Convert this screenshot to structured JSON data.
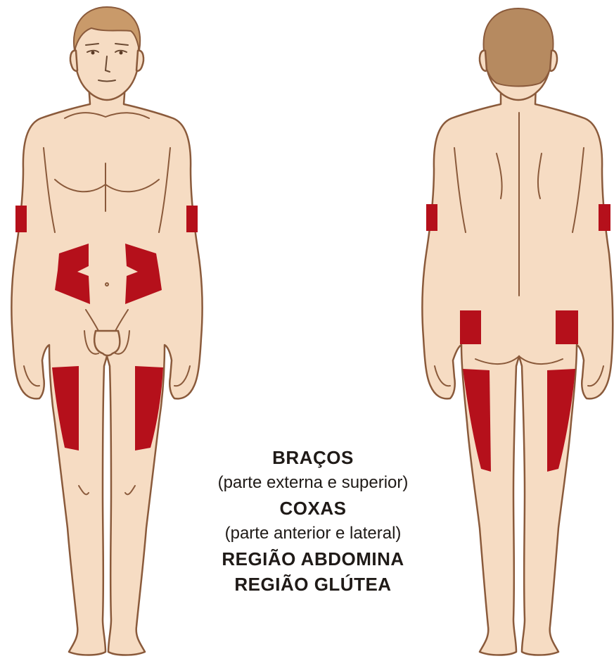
{
  "colors": {
    "skin": "#f6dcc3",
    "outline": "#8a5a3b",
    "hair": "#c99a6a",
    "hair_back": "#b68a60",
    "zone": "#b5101b",
    "zone_back": "#b5101b",
    "text": "#1f1a17",
    "background": "#ffffff"
  },
  "legend": [
    {
      "text": "BRAÇOS",
      "style": "title"
    },
    {
      "text": "(parte externa e superior)",
      "style": "desc"
    },
    {
      "text": "COXAS",
      "style": "title"
    },
    {
      "text": "(parte anterior e lateral)",
      "style": "desc"
    },
    {
      "text": "REGIÃO ABDOMINA",
      "style": "title"
    },
    {
      "text": "REGIÃO GLÚTEA",
      "style": "title"
    }
  ]
}
